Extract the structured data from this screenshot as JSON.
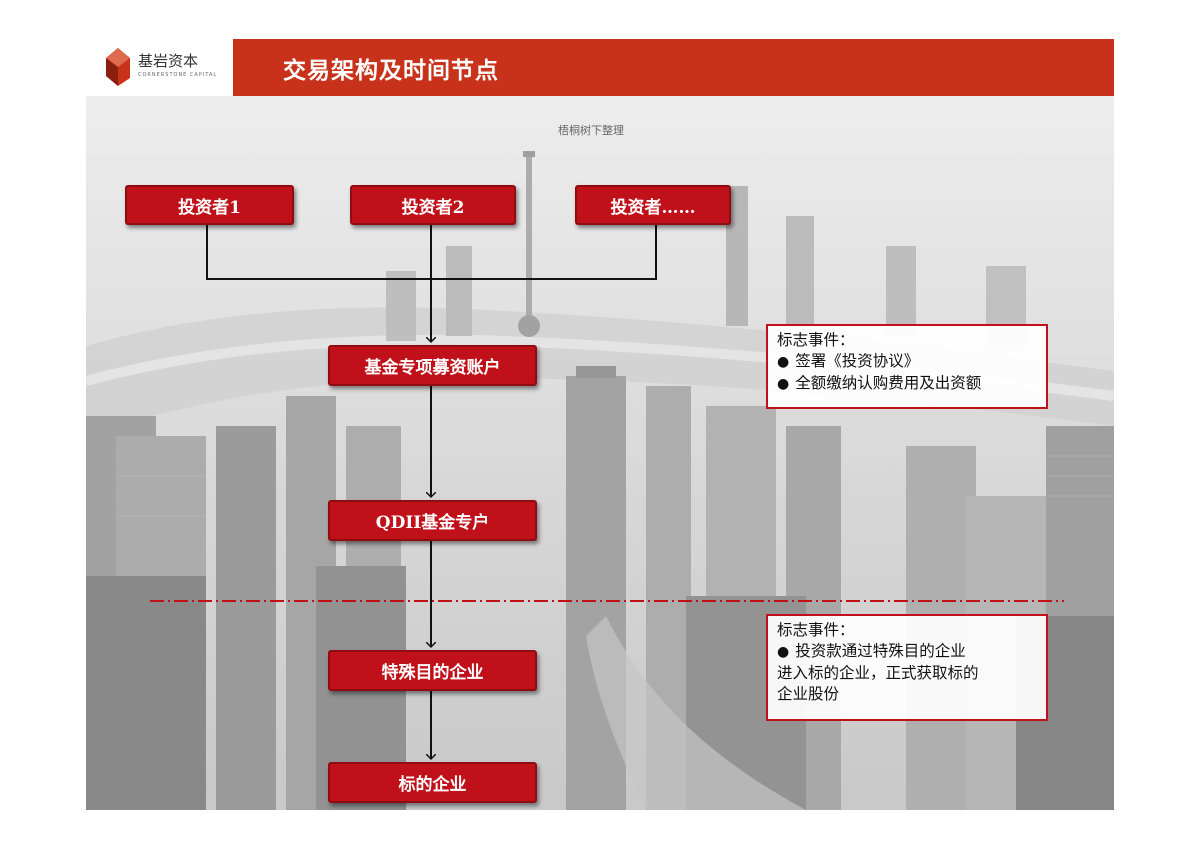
{
  "header": {
    "title": "交易架构及时间节点",
    "logo_name": "基岩资本",
    "logo_subtitle": "CORNERSTONE CAPITAL",
    "bar_color": "#c8321a"
  },
  "watermark": "梧桐树下整理",
  "flow": {
    "investors": [
      "投资者1",
      "投资者2",
      "投资者……"
    ],
    "steps": [
      "基金专项募资账户",
      "QDII基金专户",
      "特殊目的企业",
      "标的企业"
    ],
    "node_color": "#c0111a"
  },
  "callouts": [
    {
      "title": "标志事件：",
      "bullets": [
        "签署《投资协议》",
        "全额缴纳认购费用及出资额"
      ]
    },
    {
      "title": "标志事件：",
      "bullets": [
        "投资款通过特殊目的企业"
      ],
      "continuation": [
        "进入标的企业，正式获取标的",
        "企业股份"
      ]
    }
  ],
  "divider_color": "#c0111a"
}
